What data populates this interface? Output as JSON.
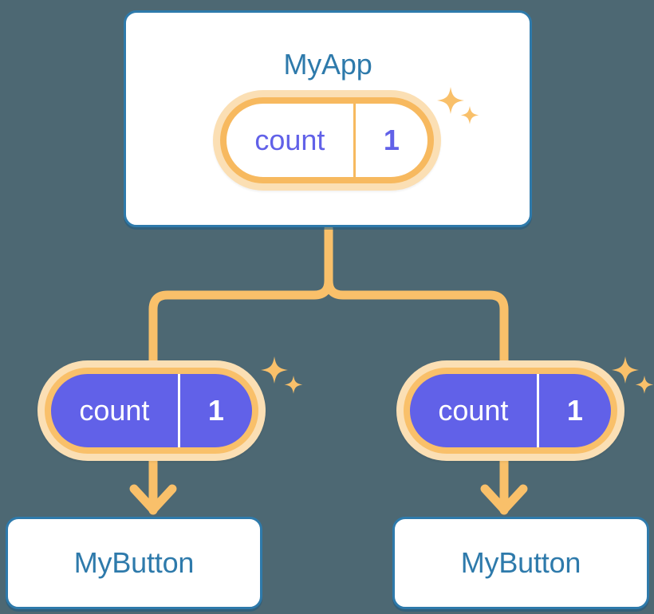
{
  "background_color": "#4d6873",
  "colors": {
    "card_border": "#2e7aab",
    "card_text": "#2e7aab",
    "card_fill": "#ffffff",
    "pill_border": "#f7b95f",
    "pill_halo": "#fbdfb4",
    "pill_fill_active": "#6161e8",
    "state_text": "#6161e8",
    "connector": "#f9c06a",
    "sparkle": "#f9c06a",
    "value_text_on_fill": "#ffffff"
  },
  "root": {
    "title": "MyApp",
    "state": {
      "key": "count",
      "value": "1"
    },
    "sparkle_label": "sparkle-decoration"
  },
  "children": [
    {
      "state": {
        "key": "count",
        "value": "1"
      },
      "title": "MyButton",
      "sparkle_label": "sparkle-decoration"
    },
    {
      "state": {
        "key": "count",
        "value": "1"
      },
      "title": "MyButton",
      "sparkle_label": "sparkle-decoration"
    }
  ]
}
